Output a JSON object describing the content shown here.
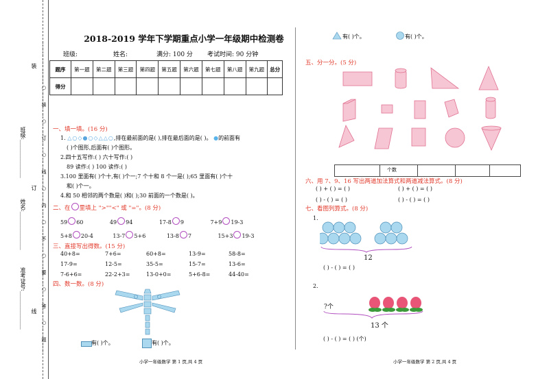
{
  "binding_margin": {
    "mark_top": "装",
    "mark_middle": "订",
    "mark_bottom": "线",
    "line_note": "……………………○……装……○……订……○……线……○……内……○……不……○……要……○……答……○……题……",
    "class_label": "班级:",
    "name_label": "姓名:",
    "id_label": "准考证号:"
  },
  "header": {
    "title": "2018-2019 学年下学期重点小学一年级期中检测卷",
    "class_label": "班级:",
    "name_label": "姓名:",
    "full_score": "满分: 100 分",
    "time": "考试时间: 90 分钟"
  },
  "score_table": {
    "row1_label": "题序",
    "row2_label": "得分",
    "columns": [
      "第一题",
      "第二题",
      "第三题",
      "第四题",
      "第五题",
      "第六题",
      "第七题",
      "第八题",
      "第九题"
    ],
    "total_label": "总分"
  },
  "section1": {
    "heading": "一、填一填。(16 分)",
    "q1a": "1.",
    "q1b": ",排在最前面的是(      ),排在最后面的是(      )。",
    "q1c": "的前面有",
    "q1d": "(      )个图形,后面有(      )个图形。",
    "q2a": "2.四十五写作:(                 )          六十写作:(                 )",
    "q2b": "89 读作:(                 )          100 读作:(                 )",
    "q3a": "3.100 里面有(      )个十,有(      )个一;7 个十和 8 个一是(      );65 里面有(      )个十",
    "q3b": "和(      )个一。",
    "q4": "4.和 50 相邻的两个数是(      )和(      );30 前面的一个数是(      )。"
  },
  "section2": {
    "heading": "二、在",
    "heading_rest": "里填上 \">\"\"<\" 或 \"=\"。(8 分)",
    "rows": [
      [
        "59",
        "60",
        "49",
        "94",
        "17-8",
        "9",
        "7+9",
        "19-3"
      ],
      [
        "5+8",
        "20-4",
        "13-7",
        "5+6",
        "13-8",
        "7",
        "15+3",
        "19-3"
      ]
    ]
  },
  "section3": {
    "heading": "三、直接写出得数。(15 分)",
    "rows": [
      [
        "40+8=",
        "7+6=",
        "60+8=",
        "13-9=",
        "58-8="
      ],
      [
        "17-9=",
        "12-5=",
        "35-5=",
        "15-7=",
        "13-6="
      ],
      [
        "7-6+6=",
        "22-2+3=",
        "13-0+0=",
        "5+6-8=",
        "44-40="
      ]
    ]
  },
  "section4": {
    "heading": "四、数一数。(8 分)",
    "count1": "有(      )个。",
    "count2": "有(      )个。",
    "count3": "有(      )个。",
    "count4": "有(      )个。"
  },
  "section5": {
    "heading": "五、分一分。(5 分)",
    "table_header": "个数"
  },
  "section6": {
    "heading": "六、用 7、9、16 写出两道加法算式和两道减法算式。(8 分)",
    "add": "(      ) + (      ) = (      )",
    "sub": "(      ) - (      ) = (      )"
  },
  "section7": {
    "heading": "七、看图列算式。(8 分)",
    "q1": "1.",
    "q1_total": "12",
    "q1_eq": "(      ) - (      ) = (      )",
    "q2": "2.",
    "q2_unknown": "?个",
    "q2_total": "13 个",
    "q2_eq": "(      ) - (      ) = (      ) (个)"
  },
  "footer": {
    "left": "小学一年级数学    第 1 页,共 4 页",
    "right": "小学一年级数学    第 2 页,共 4 页"
  },
  "colors": {
    "accent": "#e2392b",
    "shape_fill": "#f7c6d4",
    "shape_stroke": "#e07090",
    "bubble": "#a9d8ef"
  }
}
